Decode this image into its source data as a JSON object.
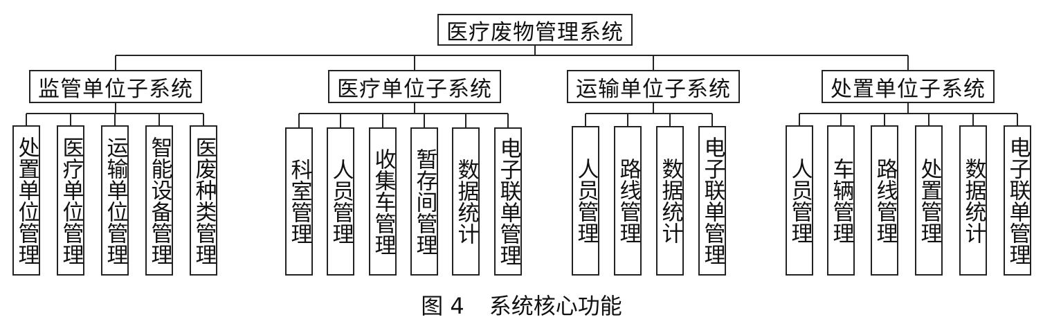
{
  "root": {
    "label": "医疗废物管理系统"
  },
  "subsystems": [
    {
      "label": "监管单位子系统",
      "children": [
        "处置单位管理",
        "医疗单位管理",
        "运输单位管理",
        "智能设备管理",
        "医废种类管理"
      ]
    },
    {
      "label": "医疗单位子系统",
      "children": [
        "科室管理",
        "人员管理",
        "收集车管理",
        "暂存间管理",
        "数据统计",
        "电子联单管理"
      ]
    },
    {
      "label": "运输单位子系统",
      "children": [
        "人员管理",
        "路线管理",
        "数据统计",
        "电子联单管理"
      ]
    },
    {
      "label": "处置单位子系统",
      "children": [
        "人员管理",
        "车辆管理",
        "路线管理",
        "处置管理",
        "数据统计",
        "电子联单管理"
      ]
    }
  ],
  "caption": {
    "number": "图 4",
    "title": "系统核心功能"
  }
}
